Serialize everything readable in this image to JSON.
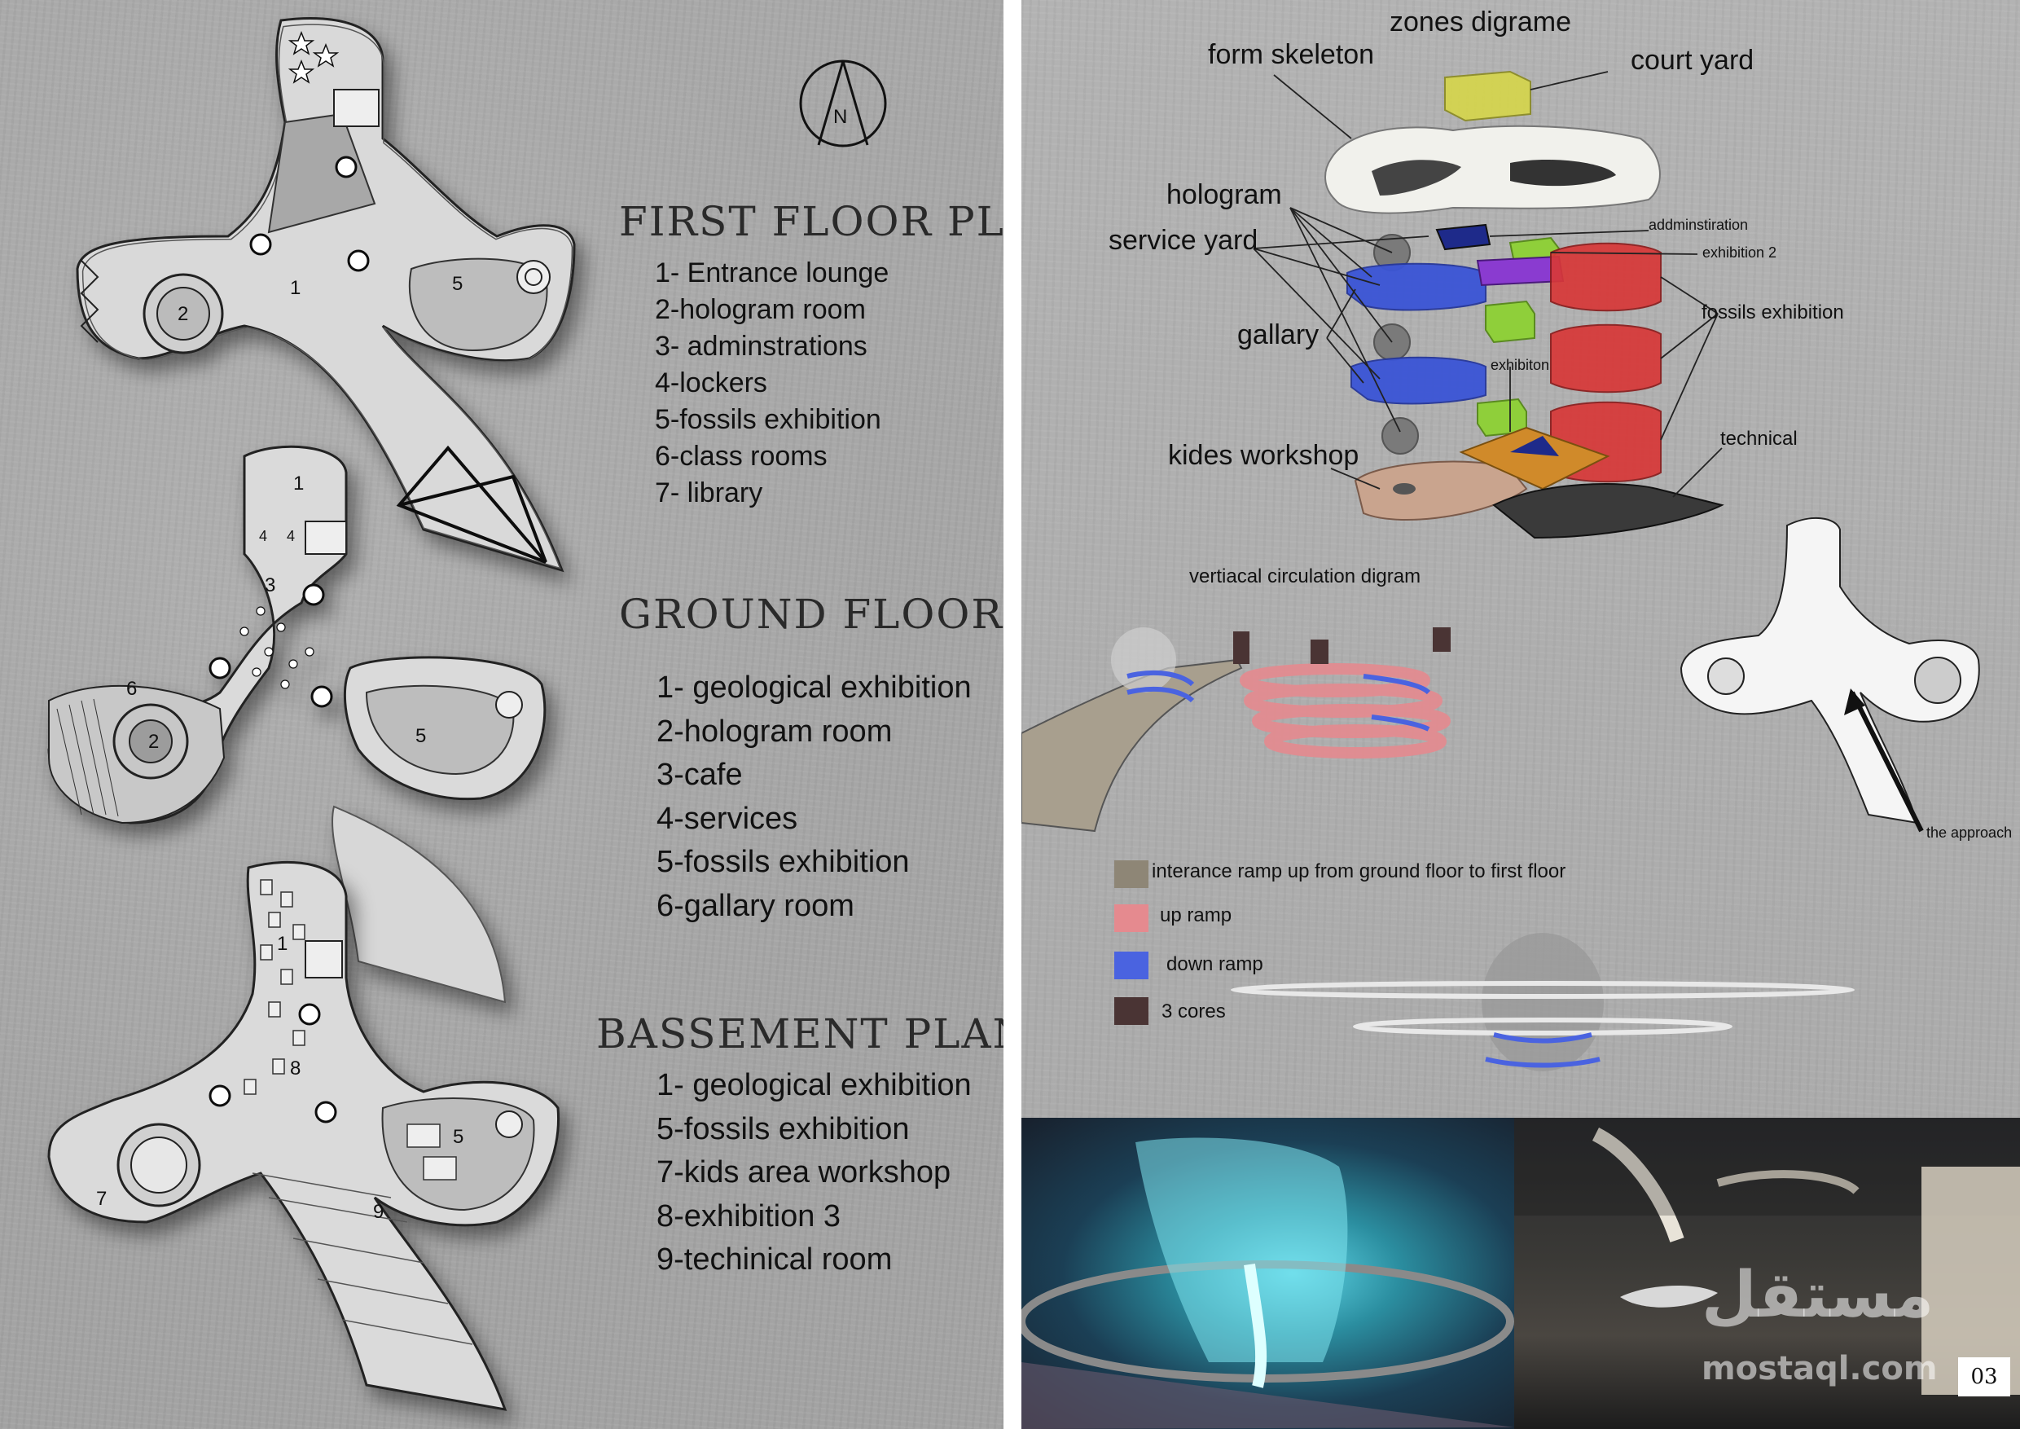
{
  "left": {
    "north_label": "N",
    "first_floor": {
      "title": "FIRST FLOOR PLAN",
      "items": [
        "1- Entrance lounge",
        "2-hologram room",
        "3- adminstrations",
        "4-lockers",
        "5-fossils exhibition",
        "6-class rooms",
        "7- library"
      ],
      "room_numbers": [
        "1",
        "2",
        "5"
      ]
    },
    "ground_floor": {
      "title": "GROUND FLOOR PLAN",
      "items": [
        "1- geological exhibition",
        "2-hologram room",
        "3-cafe",
        "4-services",
        "5-fossils exhibition",
        "6-gallary room"
      ],
      "room_numbers": [
        "1",
        "2",
        "3",
        "4",
        "4",
        "5",
        "6"
      ]
    },
    "basement": {
      "title": "BASSEMENT PLAN",
      "items": [
        "1- geological exhibition",
        "5-fossils exhibition",
        "7-kids area workshop",
        "8-exhibition 3",
        "9-techinical room"
      ],
      "room_numbers": [
        "1",
        "5",
        "7",
        "8",
        "9"
      ]
    }
  },
  "right": {
    "zones": {
      "title": "zones digrame",
      "labels": {
        "form_skeleton": "form skeleton",
        "court_yard": "court yard",
        "hologram": "hologram",
        "service_yard": "service yard",
        "gallary": "gallary",
        "kides_workshop": "kides workshop",
        "adminstration": "addminstiration",
        "exhibition_2": "exhibition 2",
        "fossils_exhibition": "fossils exhibition",
        "exhibiton": "exhibiton",
        "technical": "technical"
      },
      "colors": {
        "court_yard": "#d6d64a",
        "blue": "#3b55d6",
        "green": "#8fcf3a",
        "red": "#d83838",
        "purple": "#8a3bd0",
        "workshop": "#c9a48e",
        "dark": "#3a3a3a"
      }
    },
    "approach_label": "the approach",
    "circulation": {
      "title": "vertiacal circulation digram",
      "legend": [
        {
          "label": "interance ramp up from ground floor to first floor",
          "color": "#8e8676"
        },
        {
          "label": "up ramp",
          "color": "#e58a8f"
        },
        {
          "label": "down ramp",
          "color": "#4a63e0"
        },
        {
          "label": "3 cores",
          "color": "#4a3434"
        }
      ]
    },
    "page_number": "03",
    "watermark_arabic": "مستقل",
    "watermark_latin": "mostaql.com"
  }
}
